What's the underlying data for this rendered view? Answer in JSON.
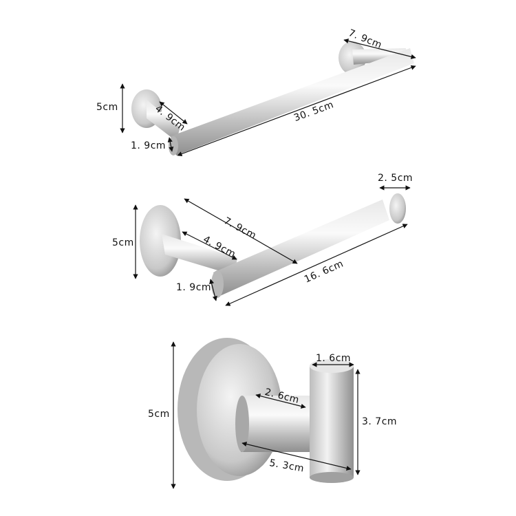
{
  "diagram": {
    "background": "#ffffff",
    "metal_color": "#c9c9c9",
    "line_color": "#111111",
    "products": [
      {
        "name": "towel-bar",
        "dimensions": {
          "base_height": "5cm",
          "post_depth": "4.9cm",
          "bar_diameter": "1.9cm",
          "bar_length": "30.5cm",
          "total_depth": "7.9cm"
        }
      },
      {
        "name": "toilet-paper-holder",
        "dimensions": {
          "base_height": "5cm",
          "total_depth": "7.9cm",
          "post_depth": "4.9cm",
          "bar_diameter": "1.9cm",
          "bar_length": "16.6cm",
          "end_cap": "2.5cm"
        }
      },
      {
        "name": "robe-hook",
        "dimensions": {
          "base_height": "5cm",
          "top_diameter": "1.6cm",
          "arm_length": "2.6cm",
          "hook_height": "3.7cm",
          "total_depth": "5.3cm"
        }
      }
    ]
  },
  "labels": {
    "bar_5": "5cm",
    "bar_49": "4. 9cm",
    "bar_19": "1. 9cm",
    "bar_305": "30. 5cm",
    "bar_79": "7. 9cm",
    "tp_25": "2. 5cm",
    "tp_79": "7. 9cm",
    "tp_5": "5cm",
    "tp_49": "4. 9cm",
    "tp_19": "1. 9cm",
    "tp_166": "16. 6cm",
    "hook_5": "5cm",
    "hook_16": "1. 6cm",
    "hook_26": "2. 6cm",
    "hook_37": "3. 7cm",
    "hook_53": "5. 3cm"
  }
}
